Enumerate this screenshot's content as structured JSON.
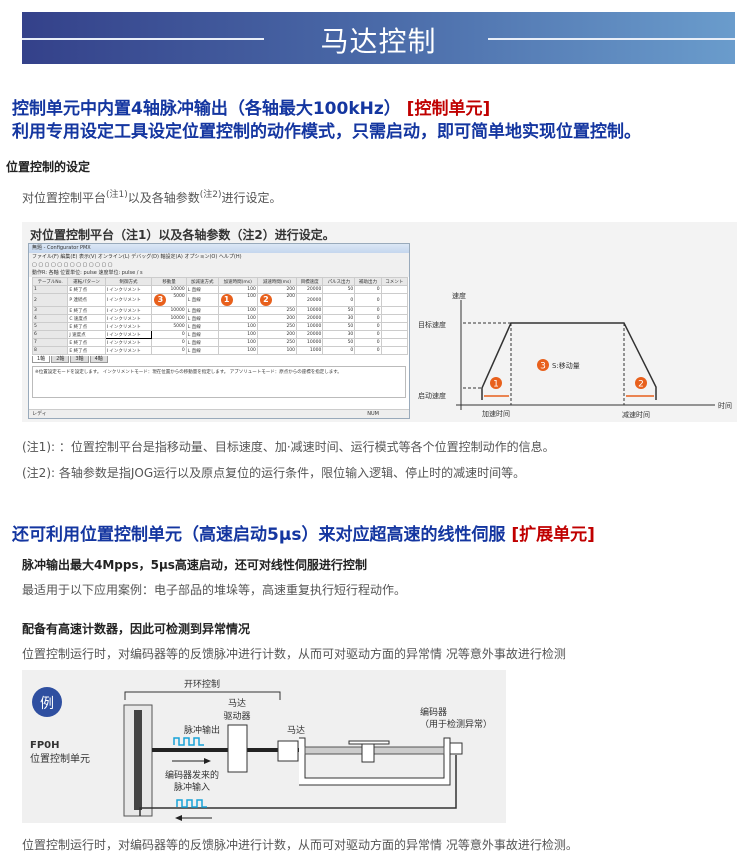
{
  "banner": {
    "title": "马达控制"
  },
  "section1": {
    "line1": "控制单元中内置4轴脉冲输出（各轴最大100kHz）",
    "line1_tag": "[控制单元]",
    "line2": "利用专用设定工具设定位置控制的动作模式，只需启动，即可简单地实现位置控制。"
  },
  "setting": {
    "title": "位置控制的设定",
    "text_a": "对位置控制平台",
    "note1": "(注1)",
    "text_b": "以及各轴参数",
    "note2": "(注2)",
    "text_c": "进行设定。"
  },
  "figure1": {
    "caption": "对位置控制平台（注1）以及各轴参数（注2）进行设定。",
    "window_title": "無題 - Configurator PMX",
    "menu": "ファイル(F)  編集(E)  表示(V)  オンライン(L)  デバッグ(D)  軸設定(A)  オプション(O)  ヘルプ(H)",
    "info": "動作R: 各軸  位置単位: pulse  速度単位: pulse / s",
    "columns": [
      "テーブルNo.",
      "運転パターン",
      "制御方式",
      "移動量",
      "加減速方式",
      "加速時間(ms)",
      "減速時間(ms)",
      "目標速度",
      "パルス出力",
      "補助出力",
      "コメント"
    ],
    "rows": [
      [
        "1",
        "E 終了点",
        "I インクリメント",
        "10000",
        "L 直線",
        "100",
        "200",
        "20000",
        "50",
        "0",
        ""
      ],
      [
        "2",
        "P 連続点",
        "I インクリメント",
        "5000",
        "L 直線",
        "100",
        "200",
        "20000",
        "0",
        "0",
        ""
      ],
      [
        "3",
        "E 終了点",
        "I インクリメント",
        "10000",
        "L 直線",
        "100",
        "250",
        "10000",
        "50",
        "0",
        ""
      ],
      [
        "4",
        "C 速度点",
        "I インクリメント",
        "10000",
        "L 直線",
        "100",
        "200",
        "20000",
        "30",
        "0",
        ""
      ],
      [
        "5",
        "E 終了点",
        "I インクリメント",
        "5000",
        "L 直線",
        "100",
        "250",
        "10000",
        "50",
        "0",
        ""
      ],
      [
        "6",
        "J 速度点",
        "I インクリメント",
        "0",
        "L 直線",
        "100",
        "200",
        "20000",
        "30",
        "0",
        ""
      ],
      [
        "7",
        "E 終了点",
        "I インクリメント",
        "0",
        "L 直線",
        "100",
        "250",
        "10000",
        "50",
        "0",
        ""
      ],
      [
        "8",
        "E 終了点",
        "I インクリメント",
        "0",
        "L 直線",
        "100",
        "100",
        "1000",
        "0",
        "0",
        ""
      ]
    ],
    "tabs": [
      "1軸",
      "2軸",
      "3軸",
      "4軸"
    ],
    "message": "※位置設定モードを設定します。 インクリメントモード：現在位置からの移動量を指定します。 アブソリュートモード：原点からの座標を指定します。",
    "status_left": "レディ",
    "status_right": "NUM",
    "badges": [
      "1",
      "2",
      "3"
    ],
    "chart": {
      "y_axis": "速度",
      "target_speed": "目标速度",
      "start_speed": "启动速度",
      "x_axis": "时间",
      "accel": "加速时间",
      "decel": "减速时间",
      "move": "S:移动量"
    }
  },
  "notes": {
    "n1": "(注1): ：位置控制平台是指移动量、目标速度、加·减速时间、运行模式等各个位置控制动作的信息。",
    "n2": "(注2): 各轴参数是指JOG运行以及原点复位的运行条件，限位输入逻辑、停止时的减速时间等。"
  },
  "section2": {
    "title": "还可利用位置控制单元（高速启动5μs）来对应超高速的线性伺服",
    "tag": "[扩展单元]",
    "sub1": "脉冲输出最大4Mpps，5μs高速启动，还可对线性伺服进行控制",
    "p1": "最适用于以下应用案例：电子部品的堆垛等，高速重复执行短行程动作。",
    "sub2": "配备有高速计数器，因此可检测到异常情况",
    "p2": "位置控制运行时，对编码器等的反馈脉冲进行计数，从而可对驱动方面的异常情 况等意外事故进行检测"
  },
  "figure2": {
    "badge": "例",
    "unit1": "FP0H",
    "unit2": "位置控制单元",
    "open_loop": "开环控制",
    "pulse_out": "脉冲输出",
    "driver1": "马达",
    "driver2": "驱动器",
    "motor": "马达",
    "encoder1": "编码器",
    "encoder2": "（用于检测异常）",
    "pulse_in1": "编码器发来的",
    "pulse_in2": "脉冲输入"
  },
  "footer": {
    "text": "位置控制运行时，对编码器等的反馈脉冲进行计数，从而可对驱动方面的异常情 况等意外事故进行检测。"
  },
  "colors": {
    "heading": "#1436a0",
    "tag": "#c00000",
    "badge": "#e8601c"
  }
}
